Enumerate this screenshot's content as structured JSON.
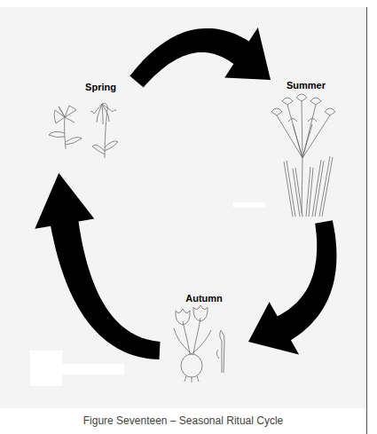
{
  "diagram": {
    "caption": "Figure Seventeen – Seasonal Ritual Cycle",
    "nodes": [
      {
        "text": [
          "Spring"
        ]
      },
      {
        "text": [
          "Summer"
        ]
      },
      {
        "text": [
          "Autumn"
        ]
      }
    ],
    "edges": [
      {
        "from": 0,
        "to": 1,
        "arrow": "to"
      },
      {
        "from": 1,
        "to": 2,
        "arrow": "to"
      },
      {
        "from": 2,
        "to": 0,
        "arrow": "to"
      }
    ]
  }
}
